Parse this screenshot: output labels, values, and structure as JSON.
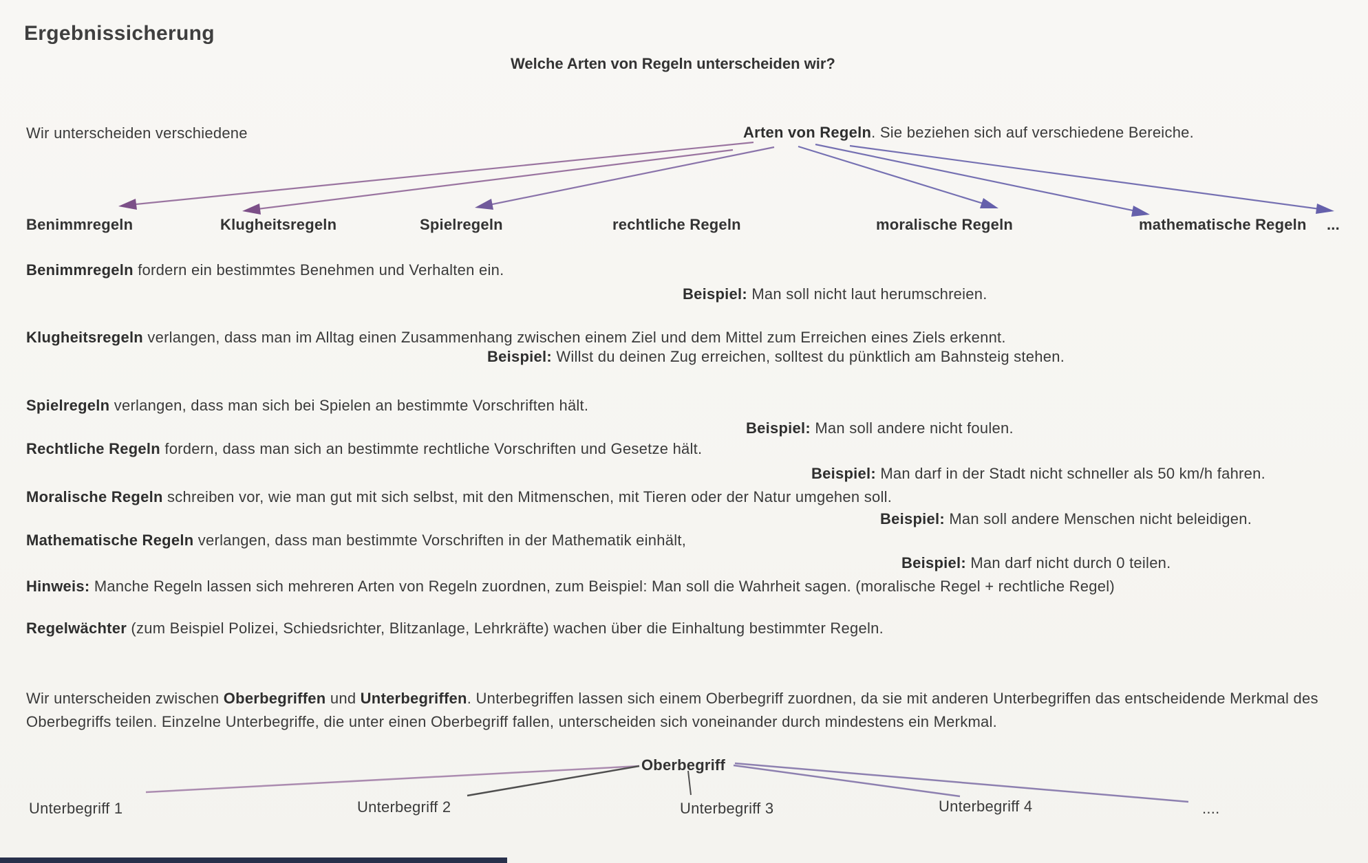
{
  "colors": {
    "arrow_left": "#9a74a0",
    "arrow_left_head": "#7c4f88",
    "arrow_mid": "#8a73aa",
    "arrow_mid_head": "#715a9b",
    "arrow_right": "#7570b2",
    "arrow_right_head": "#6560ab",
    "line_pink": "#ab8cb0",
    "line_dark": "#4f4f4f",
    "line_violet": "#8d80b0",
    "footer_bar": "#28304b"
  },
  "header": {
    "title": "Ergebnissicherung",
    "question": "Welche Arten von Regeln unterscheiden wir?"
  },
  "intro": {
    "left": "Wir unterscheiden verschiedene",
    "bold": "Arten von Regeln",
    "rest": ". Sie beziehen sich auf verschiedene Bereiche."
  },
  "rule_types": [
    {
      "label": "Benimmregeln"
    },
    {
      "label": "Klugheitsregeln"
    },
    {
      "label": "Spielregeln"
    },
    {
      "label": "rechtliche Regeln"
    },
    {
      "label": "moralische Regeln"
    },
    {
      "label": "mathematische Regeln"
    },
    {
      "label": "..."
    }
  ],
  "sections": [
    {
      "term": "Benimmregeln",
      "text": " fordern ein bestimmtes Benehmen und Verhalten ein.",
      "example_label": "Beispiel:",
      "example": " Man soll nicht laut herumschreien."
    },
    {
      "term": "Klugheitsregeln",
      "text": " verlangen, dass man im Alltag einen Zusammenhang zwischen einem Ziel und dem Mittel zum Erreichen eines Ziels erkennt.",
      "example_label": "Beispiel:",
      "example": " Willst du deinen Zug erreichen, solltest du pünktlich am Bahnsteig stehen."
    },
    {
      "term": "Spielregeln",
      "text": " verlangen, dass man sich bei Spielen an bestimmte Vorschriften hält.",
      "example_label": "Beispiel:",
      "example": " Man soll andere nicht foulen."
    },
    {
      "term": "Rechtliche Regeln",
      "text": " fordern, dass man sich an bestimmte rechtliche Vorschriften und Gesetze hält.",
      "example_label": "Beispiel:",
      "example": " Man darf in der Stadt nicht schneller als 50 km/h fahren."
    },
    {
      "term": "Moralische Regeln",
      "text": " schreiben vor, wie man gut mit sich selbst, mit den Mitmenschen, mit Tieren oder der Natur umgehen soll.",
      "example_label": "Beispiel:",
      "example": " Man soll andere Menschen nicht beleidigen."
    },
    {
      "term": "Mathematische Regeln",
      "text": " verlangen, dass man bestimmte Vorschriften in der Mathematik einhält,",
      "example_label": "Beispiel:",
      "example": " Man darf nicht durch 0 teilen."
    }
  ],
  "hinweis": {
    "label": "Hinweis:",
    "text": " Manche Regeln lassen sich mehreren Arten von Regeln zuordnen, zum Beispiel: Man soll die Wahrheit sagen. (moralische Regel + rechtliche Regel)"
  },
  "regelwaechter": {
    "term": "Regelwächter",
    "text": " (zum Beispiel Polizei, Schiedsrichter, Blitzanlage, Lehrkräfte) wachen über die Einhaltung bestimmter Regeln."
  },
  "begriffe": {
    "p1": "Wir unterscheiden zwischen ",
    "b1": "Oberbegriffen",
    "p2": " und ",
    "b2": "Unterbegriffen",
    "p3": ". Unterbegriffen lassen sich einem Oberbegriff zuordnen, da sie mit anderen Unterbegriffen das entscheidende Merkmal des Oberbegriffs teilen. Einzelne Unterbegriffe, die unter einen Oberbegriff fallen, unterscheiden sich voneinander durch mindestens ein Merkmal."
  },
  "begriff_diagram": {
    "root": "Oberbegriff",
    "children": [
      {
        "label": "Unterbegriff 1"
      },
      {
        "label": "Unterbegriff 2"
      },
      {
        "label": "Unterbegriff 3"
      },
      {
        "label": "Unterbegriff 4"
      },
      {
        "label": "...."
      }
    ]
  }
}
